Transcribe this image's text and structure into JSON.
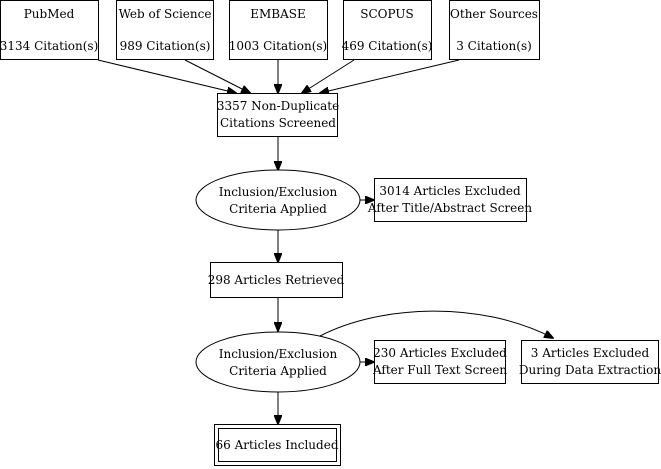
{
  "flowchart": {
    "sources": [
      {
        "name": "PubMed",
        "count": "3134 Citation(s)"
      },
      {
        "name": "Web of Science",
        "count": "989 Citation(s)"
      },
      {
        "name": "EMBASE",
        "count": "1003 Citation(s)"
      },
      {
        "name": "SCOPUS",
        "count": "469 Citation(s)"
      },
      {
        "name": "Other Sources",
        "count": "3 Citation(s)"
      }
    ],
    "screened": {
      "line1": "3357 Non-Duplicate",
      "line2": "Citations Screened"
    },
    "criteria1": {
      "line1": "Inclusion/Exclusion",
      "line2": "Criteria Applied"
    },
    "excluded1": {
      "line1": "3014 Articles Excluded",
      "line2": "After Title/Abstract Screen"
    },
    "retrieved": {
      "label": "298 Articles Retrieved"
    },
    "criteria2": {
      "line1": "Inclusion/Exclusion",
      "line2": "Criteria Applied"
    },
    "excluded2": {
      "line1": "230 Articles Excluded",
      "line2": "After Full Text Screen"
    },
    "excluded3": {
      "line1": "3 Articles Excluded",
      "line2": "During Data Extraction"
    },
    "included": {
      "label": "66 Articles Included"
    }
  }
}
